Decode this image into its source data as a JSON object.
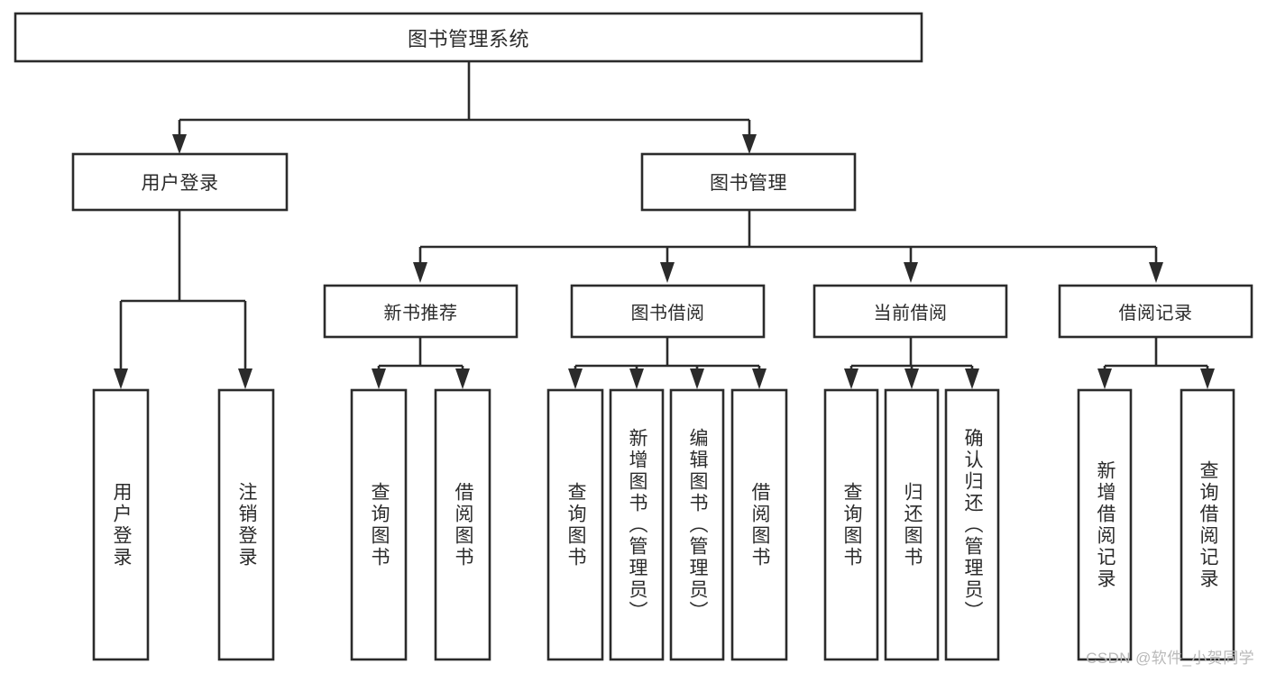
{
  "diagram": {
    "title": "图书管理系统",
    "type": "tree-hierarchy",
    "watermark": "CSDN @软件_小贺同学",
    "stroke_color": "#2b2b2b",
    "fill_color": "#ffffff",
    "watermark_color": "#b9b9b9"
  },
  "nodes": {
    "root": {
      "label": "图书管理系统"
    },
    "level1": [
      {
        "label": "用户登录"
      },
      {
        "label": "图书管理"
      }
    ],
    "level2": [
      {
        "label": "新书推荐"
      },
      {
        "label": "图书借阅"
      },
      {
        "label": "当前借阅"
      },
      {
        "label": "借阅记录"
      }
    ],
    "leaves": {
      "user_login": [
        {
          "label": "用户登录"
        },
        {
          "label": "注销登录"
        }
      ],
      "new_book_recommend": [
        {
          "label": "查询图书"
        },
        {
          "label": "借阅图书"
        }
      ],
      "book_borrow": [
        {
          "label": "查询图书"
        },
        {
          "label": "新增图书（管理员）"
        },
        {
          "label": "编辑图书（管理员）"
        },
        {
          "label": "借阅图书"
        }
      ],
      "current_borrow": [
        {
          "label": "查询图书"
        },
        {
          "label": "归还图书"
        },
        {
          "label": "确认归还（管理员）"
        }
      ],
      "borrow_record": [
        {
          "label": "新增借阅记录"
        },
        {
          "label": "查询借阅记录"
        }
      ]
    }
  },
  "edges": [
    {
      "from": "图书管理系统",
      "to": "用户登录"
    },
    {
      "from": "图书管理系统",
      "to": "图书管理"
    },
    {
      "from": "用户登录",
      "to": "用户登录"
    },
    {
      "from": "用户登录",
      "to": "注销登录"
    },
    {
      "from": "图书管理",
      "to": "新书推荐"
    },
    {
      "from": "图书管理",
      "to": "图书借阅"
    },
    {
      "from": "图书管理",
      "to": "当前借阅"
    },
    {
      "from": "图书管理",
      "to": "借阅记录"
    },
    {
      "from": "新书推荐",
      "to": "查询图书"
    },
    {
      "from": "新书推荐",
      "to": "借阅图书"
    },
    {
      "from": "图书借阅",
      "to": "查询图书"
    },
    {
      "from": "图书借阅",
      "to": "新增图书（管理员）"
    },
    {
      "from": "图书借阅",
      "to": "编辑图书（管理员）"
    },
    {
      "from": "图书借阅",
      "to": "借阅图书"
    },
    {
      "from": "当前借阅",
      "to": "查询图书"
    },
    {
      "from": "当前借阅",
      "to": "归还图书"
    },
    {
      "from": "当前借阅",
      "to": "确认归还（管理员）"
    },
    {
      "from": "借阅记录",
      "to": "新增借阅记录"
    },
    {
      "from": "借阅记录",
      "to": "查询借阅记录"
    }
  ]
}
